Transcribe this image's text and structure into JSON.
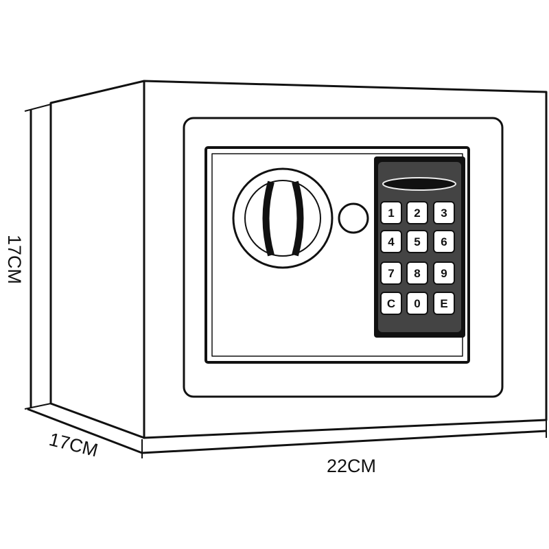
{
  "dimensions": {
    "height": "17CM",
    "depth": "17CM",
    "width": "22CM"
  },
  "keypad": {
    "keys": [
      "1",
      "2",
      "3",
      "4",
      "5",
      "6",
      "7",
      "8",
      "9",
      "C",
      "0",
      "E"
    ]
  }
}
